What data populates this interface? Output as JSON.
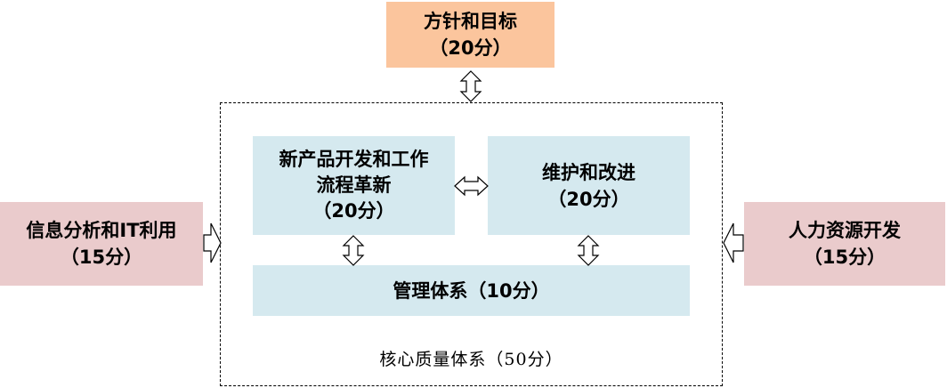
{
  "colors": {
    "policy_fill": "#fbc59d",
    "side_fill": "#eacbcc",
    "inner_fill": "#d5e9ef",
    "arrow_stroke": "#000000",
    "arrow_fill": "#ffffff"
  },
  "policy": {
    "title": "方针和目标",
    "score": "（20分）"
  },
  "info_it": {
    "title": "信息分析和IT利用",
    "score": "（15分）"
  },
  "hr": {
    "title": "人力资源开发",
    "score": "（15分）"
  },
  "core": {
    "label": "核心质量体系（50分）",
    "new_product": {
      "line1": "新产品开发和工作",
      "line2": "流程革新",
      "score": "（20分）"
    },
    "maintenance": {
      "title": "维护和改进",
      "score": "（20分）"
    },
    "management": {
      "title": "管理体系（10分）"
    }
  }
}
